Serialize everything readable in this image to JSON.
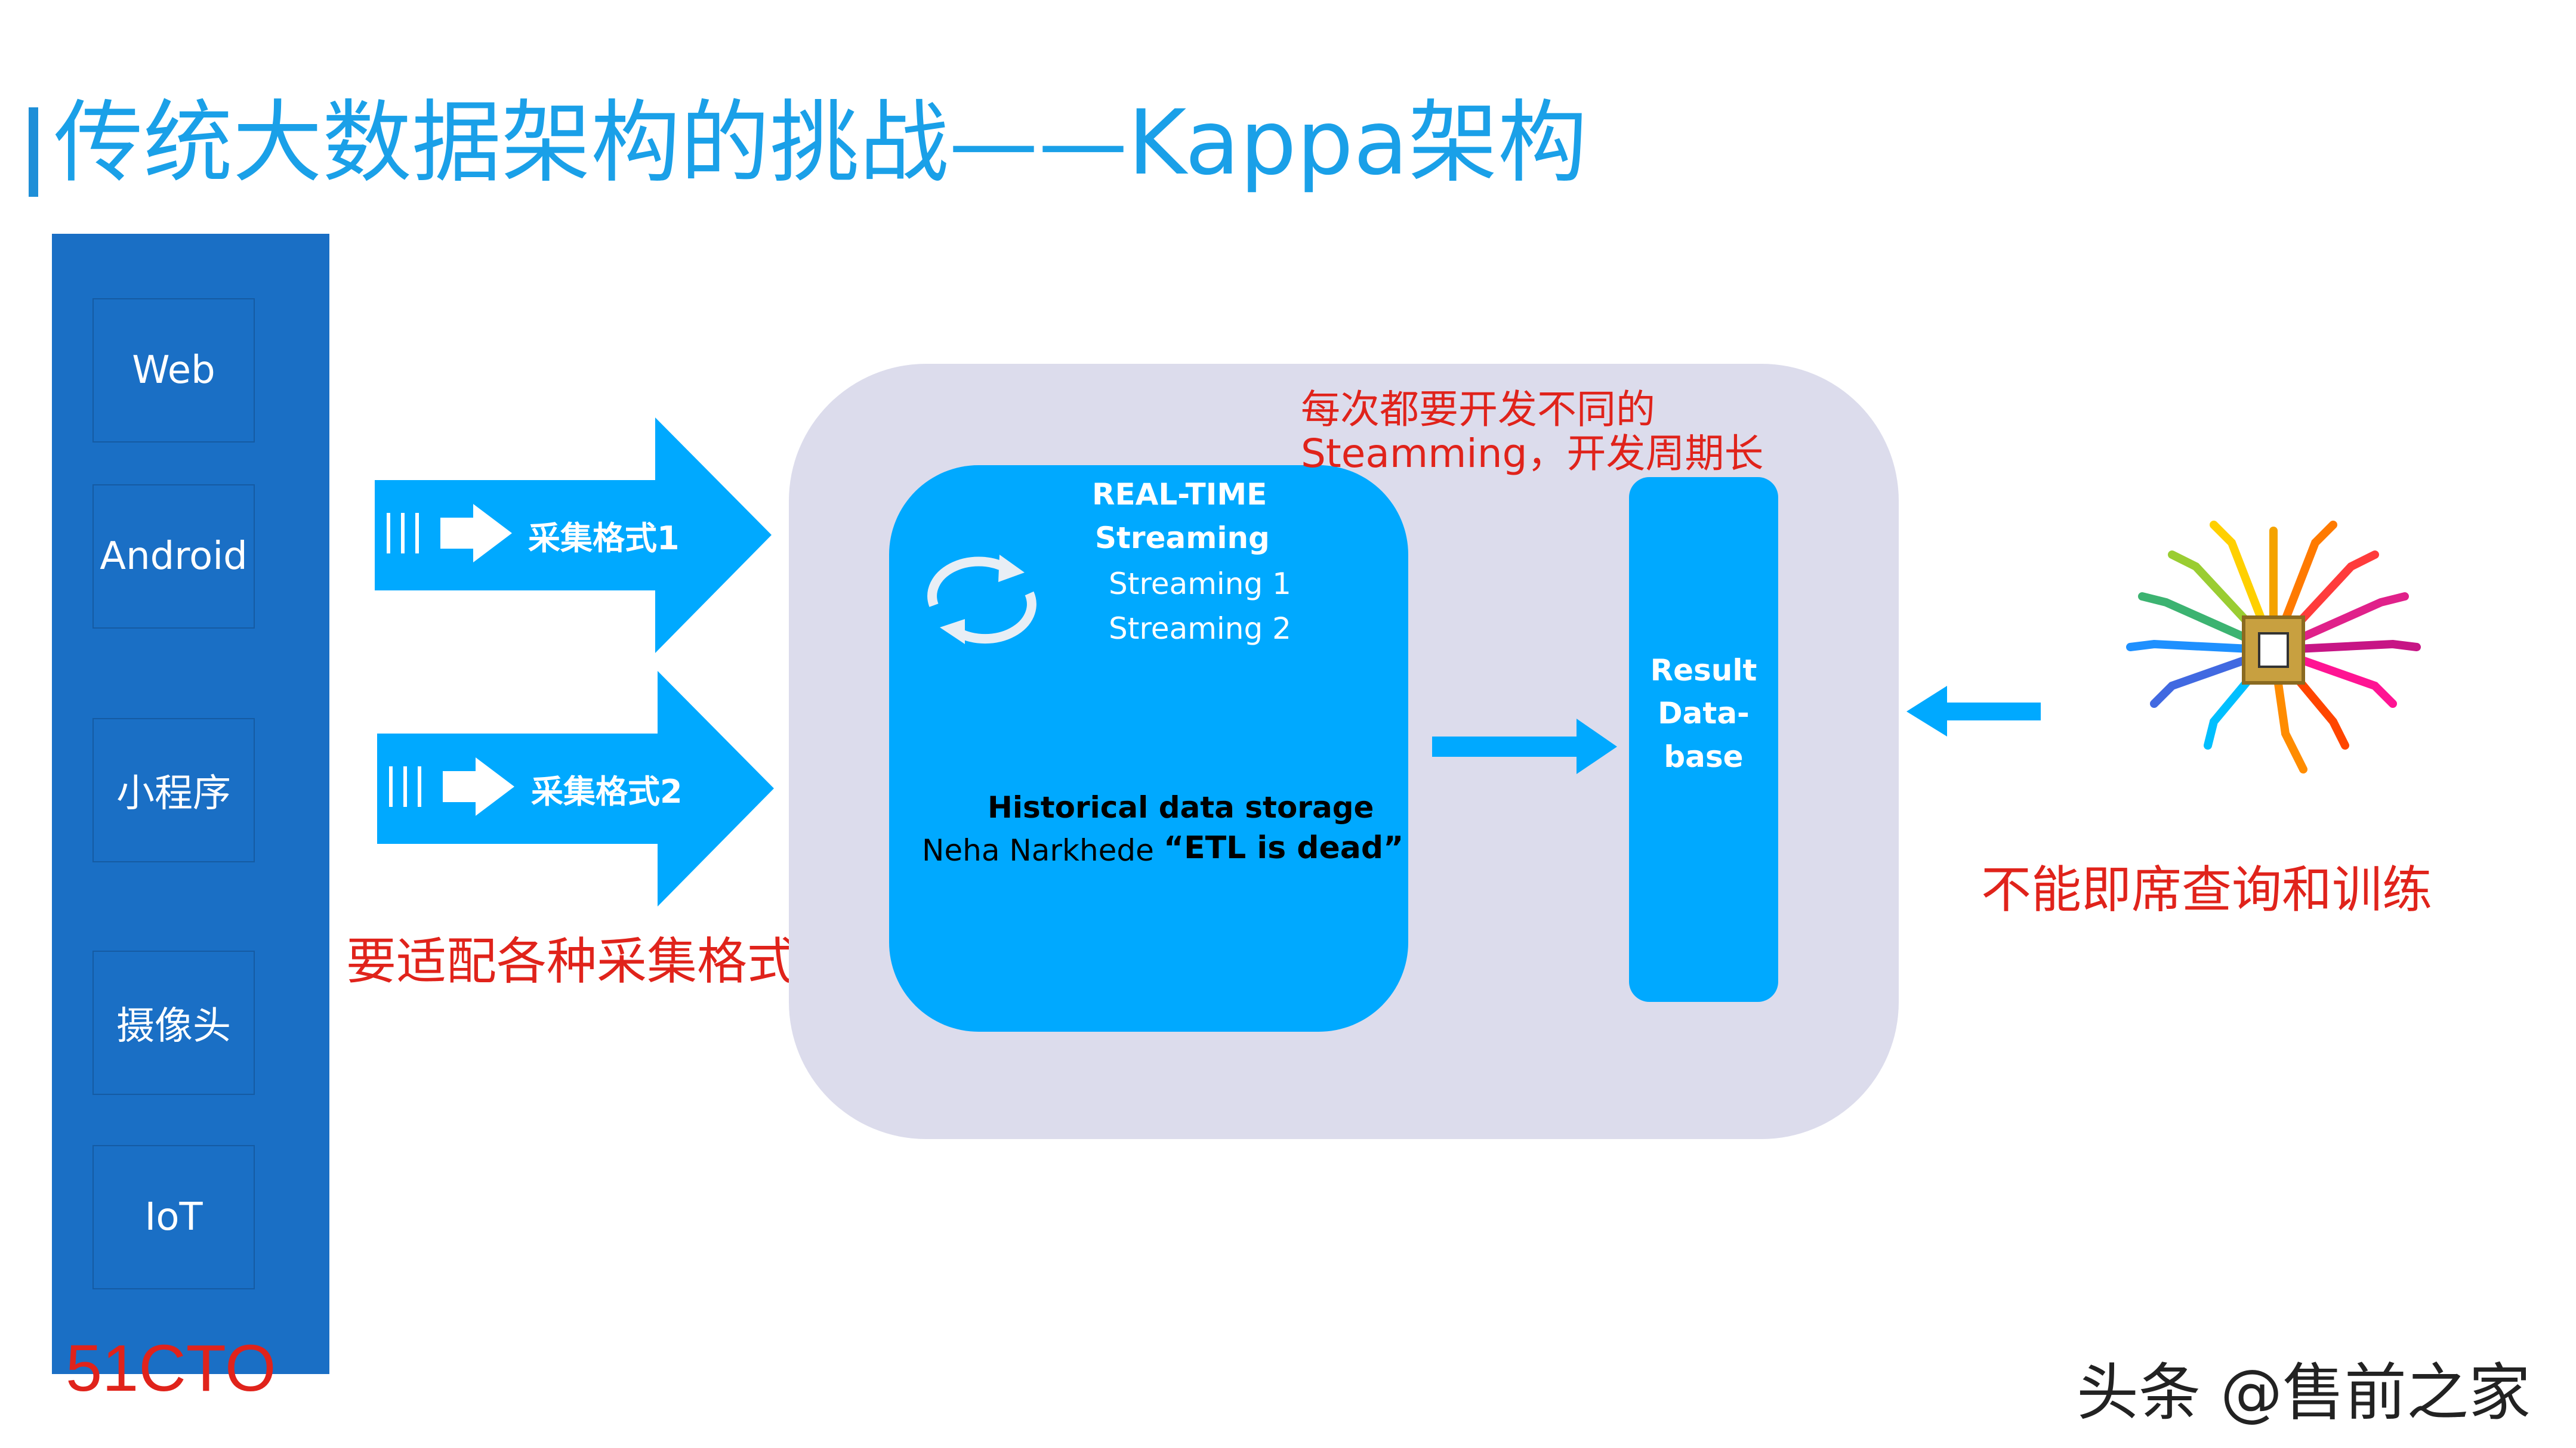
{
  "title": "传统大数据架构的挑战——Kappa架构",
  "sources": [
    "Web",
    "Android",
    "小程序",
    "摄像头",
    "IoT"
  ],
  "footer_logo": "51CTO",
  "collectors": [
    "采集格式1",
    "采集格式2"
  ],
  "adapt_note": "要适配各种采集格式",
  "dev_note": {
    "line1": "每次都要开发不同的",
    "line2": "Steamming，开发周期长"
  },
  "stream_box": {
    "title1": "REAL-TIME",
    "title2": "Streaming",
    "stream1": "Streaming 1",
    "stream2": "Streaming 2",
    "storage": "Historical data storage",
    "quote_author": "Neha Narkhede",
    "quote": "“ETL is dead”"
  },
  "result_db": {
    "line1": "Result",
    "line2": "Data-",
    "line3": "base"
  },
  "brain_caption": "不能即席查询和训练",
  "watermark": "头条 @售前之家",
  "colors": {
    "title": "#1aa0e8",
    "panel": "#1a6fc5",
    "box": "#00a9ff",
    "frame": "#dcdcec",
    "note": "#e0231b"
  },
  "icons": [
    "refresh-cycle-icon",
    "ai-brain-chip-icon"
  ]
}
